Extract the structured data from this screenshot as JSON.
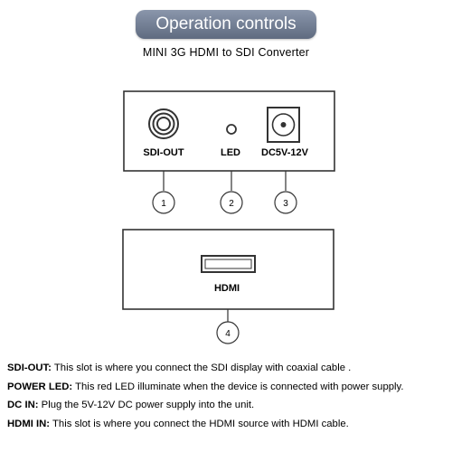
{
  "header": {
    "title": "Operation controls",
    "subtitle": "MINI 3G HDMI to SDI Converter"
  },
  "front_panel": {
    "ports": [
      {
        "label": "SDI-OUT",
        "callout": "1"
      },
      {
        "label": "LED",
        "callout": "2"
      },
      {
        "label": "DC5V-12V",
        "callout": "3"
      }
    ]
  },
  "back_panel": {
    "ports": [
      {
        "label": "HDMI",
        "callout": "4"
      }
    ]
  },
  "descriptions": [
    {
      "term": "SDI-OUT:",
      "text": " This slot is where you connect the SDI display with coaxial cable ."
    },
    {
      "term": "POWER LED:",
      "text": " This red LED illuminate when the device is connected with power supply."
    },
    {
      "term": "DC IN:",
      "text": " Plug the 5V-12V DC power supply into the unit."
    },
    {
      "term": "HDMI IN:",
      "text": " This slot is where you connect the HDMI source with HDMI cable."
    }
  ],
  "colors": {
    "header_pill_top": "#8a96ab",
    "header_pill_bottom": "#5f6b80",
    "panel_stroke": "#333333"
  }
}
